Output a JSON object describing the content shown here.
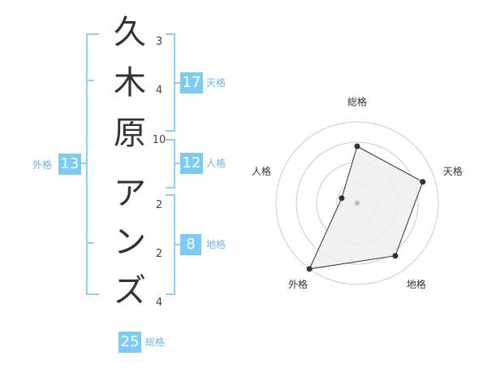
{
  "name_characters": [
    {
      "char": "久",
      "strokes": "3"
    },
    {
      "char": "木",
      "strokes": "4"
    },
    {
      "char": "原",
      "strokes": "10"
    },
    {
      "char": "ア",
      "strokes": "2"
    },
    {
      "char": "ン",
      "strokes": "2"
    },
    {
      "char": "ズ",
      "strokes": "4"
    }
  ],
  "fortune": {
    "tenkaku": {
      "label": "天格",
      "value": "17"
    },
    "jinkaku": {
      "label": "人格",
      "value": "12"
    },
    "chikaku": {
      "label": "地格",
      "value": "8"
    },
    "gaikaku": {
      "label": "外格",
      "value": "13"
    },
    "soukaku": {
      "label": "総格",
      "value": "25"
    }
  },
  "chart_data": {
    "type": "radar",
    "axes": [
      "総格",
      "天格",
      "地格",
      "外格",
      "人格"
    ],
    "values": [
      0.7,
      0.85,
      0.8,
      1.0,
      0.2
    ],
    "rings": 4,
    "colors": {
      "fill": "#eeeeee",
      "line": "#333333",
      "grid": "#cccccc",
      "center": "#bbbbbb"
    }
  }
}
